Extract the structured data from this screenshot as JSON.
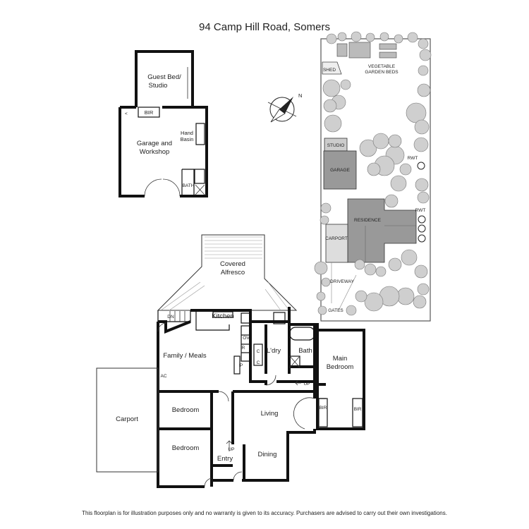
{
  "title": "94 Camp Hill Road, Somers",
  "disclaimer": "This floorplan is for illustration purposes only and no warranty is given to its accuracy. Purchasers are advised to carry out their own investigations.",
  "outbuilding": {
    "guest": "Guest Bed/",
    "studio": "Studio",
    "bir": "BIR",
    "garage1": "Garage and",
    "garage2": "Workshop",
    "hand": "Hand",
    "basin": "Basin",
    "bath": "BATH"
  },
  "house": {
    "covered": "Covered",
    "alfresco": "Alfresco",
    "dn": "DN",
    "kitchen": "Kitchen",
    "ov": "OV",
    "r": "R",
    "p": "P",
    "c1": "C",
    "c2": "C",
    "family": "Family / Meals",
    "ac": "AC",
    "ldry": "L'dry",
    "bath": "Bath",
    "up": "UP",
    "main1": "Main",
    "main2": "Bedroom",
    "bir1": "BIR",
    "bir2": "BIR",
    "carport": "Carport",
    "bedroom1": "Bedroom",
    "bedroom2": "Bedroom",
    "living": "Living",
    "dining": "Dining",
    "entry": "Entry",
    "entry_up": "UP"
  },
  "site": {
    "shed": "SHED",
    "veg1": "VEGETABLE",
    "veg2": "GARDEN BEDS",
    "studio": "STUDIO",
    "garage": "GARAGE",
    "rwt1": "RWT",
    "rwt2": "RWT",
    "residence": "RESIDENCE",
    "carport": "CARPORT",
    "driveway": "DRIVEWAY",
    "gates": "GATES"
  },
  "compass": {
    "north": "N"
  }
}
